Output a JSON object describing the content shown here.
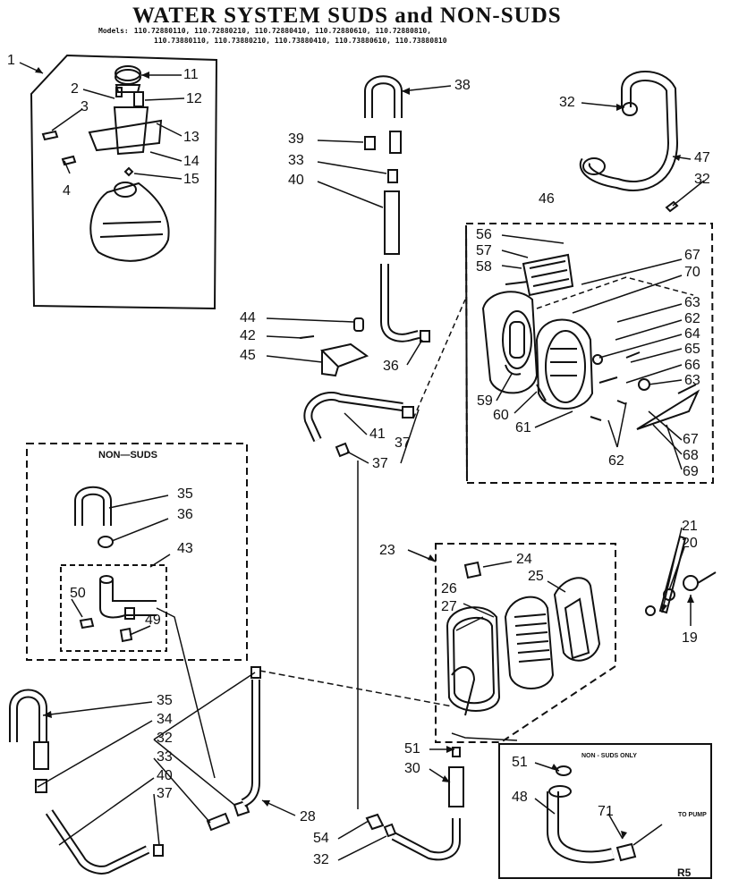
{
  "header": {
    "title": "WATER SYSTEM SUDS and NON-SUDS",
    "models_label": "Models:",
    "models_line1": "110.72880110, 110.72880210, 110.72880410, 110.72880610, 110.72880810,",
    "models_line2": "110.73880110, 110.73880210, 110.73880410, 110.73880610, 110.73880810"
  },
  "boxes": {
    "non_suds_title": "NON—SUDS",
    "non_suds_only_note": "NON - SUDS ONLY",
    "to_pump_note": "TO PUMP"
  },
  "callouts": {
    "c1": "1",
    "c2": "2",
    "c3": "3",
    "c4": "4",
    "c11": "11",
    "c12": "12",
    "c13": "13",
    "c14": "14",
    "c15": "15",
    "c38": "38",
    "c39": "39",
    "c33a": "33",
    "c40a": "40",
    "c32a": "32",
    "c47": "47",
    "c32b": "32",
    "c46": "46",
    "c56": "56",
    "c57": "57",
    "c58": "58",
    "c67a": "67",
    "c70": "70",
    "c63a": "63",
    "c62a": "62",
    "c64": "64",
    "c65": "65",
    "c66": "66",
    "c63b": "63",
    "c59": "59",
    "c60": "60",
    "c61": "61",
    "c62b": "62",
    "c67b": "67",
    "c68": "68",
    "c69": "69",
    "c44": "44",
    "c42": "42",
    "c45": "45",
    "c36a": "36",
    "c41": "41",
    "c37a": "37",
    "c37b": "37",
    "c35a": "35",
    "c36b": "36",
    "c43": "43",
    "c50": "50",
    "c49": "49",
    "c23": "23",
    "c24": "24",
    "c26": "26",
    "c25": "25",
    "c27": "27",
    "c21": "21",
    "c20": "20",
    "c19": "19",
    "c35b": "35",
    "c34": "34",
    "c32c": "32",
    "c33b": "33",
    "c40b": "40",
    "c37c": "37",
    "c28": "28",
    "c51a": "51",
    "c30": "30",
    "c54": "54",
    "c32d": "32",
    "c51b": "51",
    "c48": "48",
    "c71": "71"
  },
  "footer": {
    "page_code": "R5"
  }
}
